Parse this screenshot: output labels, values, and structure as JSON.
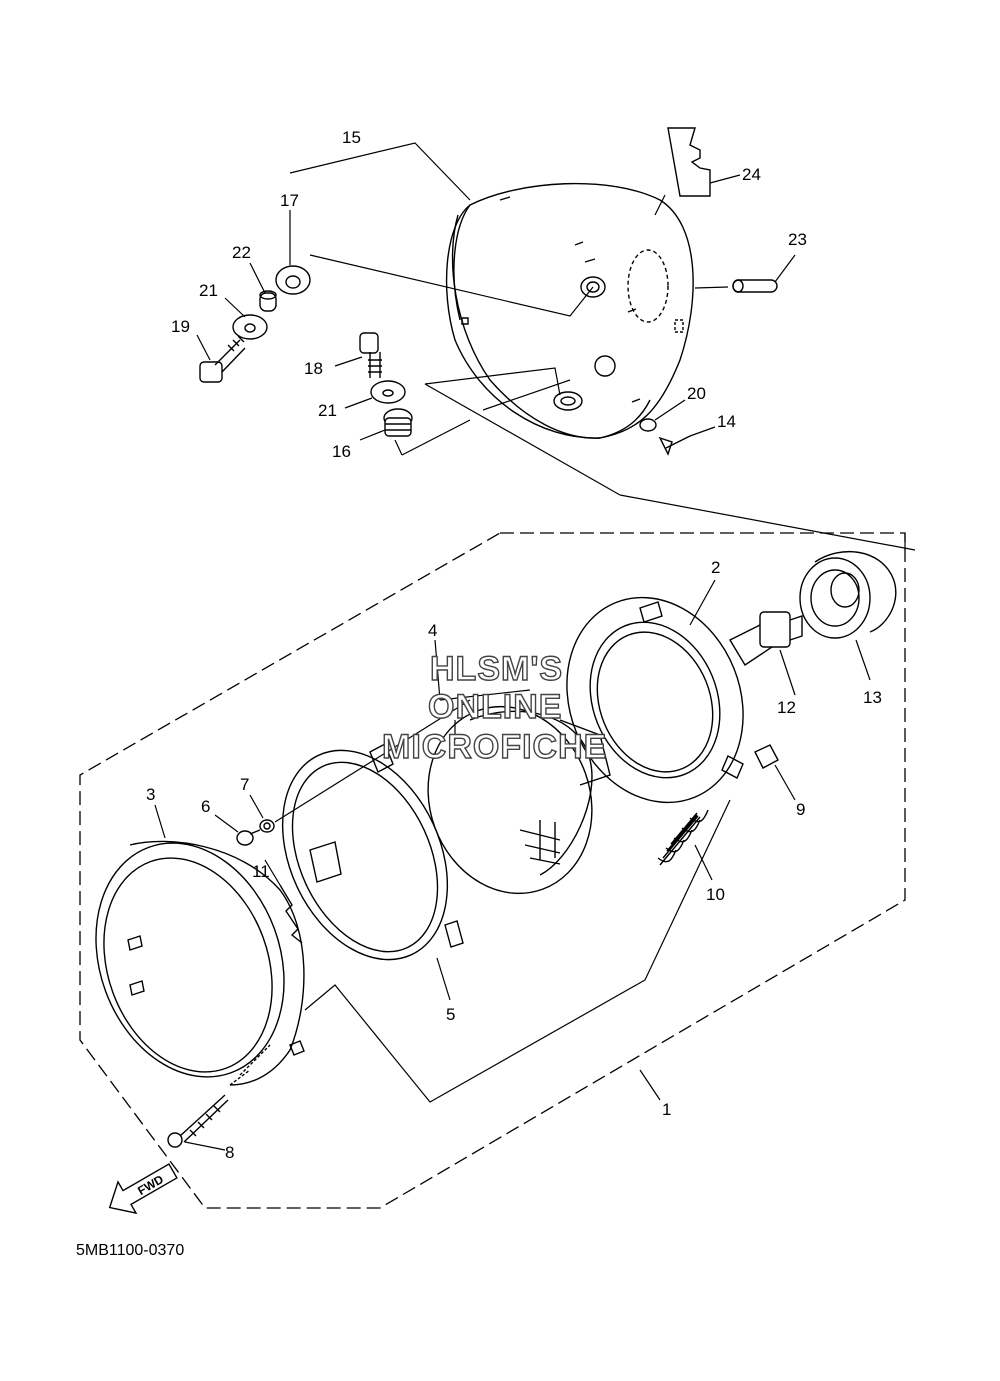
{
  "diagram": {
    "code": "5MB1100-0370",
    "fwd_label": "FWD",
    "watermark": [
      "HLSM'S",
      "ONLINE",
      "MICROFICHE"
    ],
    "callouts": [
      "1",
      "2",
      "3",
      "4",
      "5",
      "6",
      "7",
      "8",
      "9",
      "10",
      "11",
      "12",
      "13",
      "14",
      "15",
      "16",
      "17",
      "18",
      "19",
      "20",
      "21",
      "21",
      "22",
      "23",
      "24"
    ]
  }
}
